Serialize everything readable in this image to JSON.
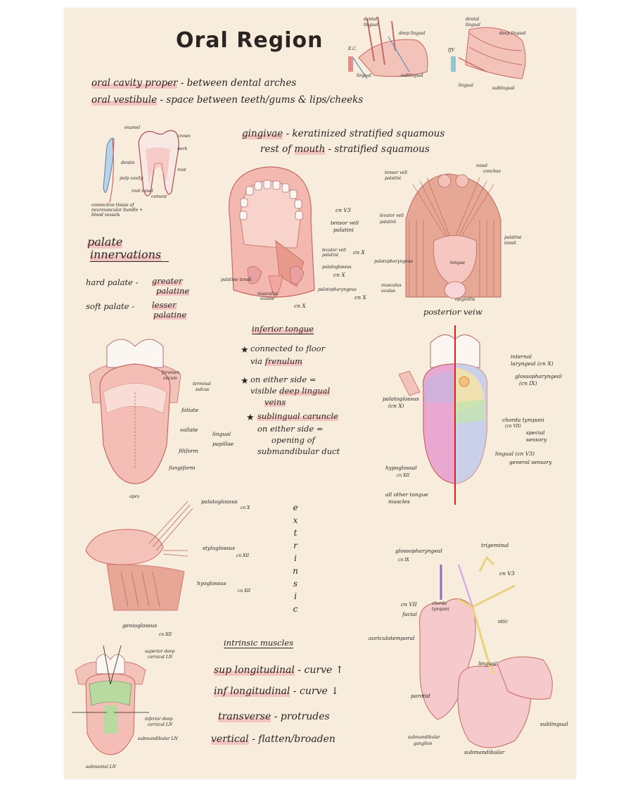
{
  "title": "Oral Region",
  "definitions": [
    {
      "term": "oral cavity proper",
      "desc": "- between dental arches"
    },
    {
      "term": "oral vestibule",
      "desc": "- space between teeth/gums & lips/cheeks"
    }
  ],
  "gingivae": {
    "line1_term": "gingivae",
    "line1_desc": "- keratinized stratified squamous",
    "line2_prefix": "rest of",
    "line2_term": "mouth",
    "line2_desc": "- stratified squamous"
  },
  "top_right_left": {
    "dental": "dental",
    "lingual": "lingual",
    "deep_lingual": "deep lingual",
    "ec": "E.C.",
    "lingual2": "lingual",
    "sublingual": "sublingual"
  },
  "top_right_right": {
    "dental": "dental",
    "lingual": "lingual",
    "deep_lingual": "deep lingual",
    "ijv": "IJV",
    "lingual2": "lingual",
    "sublingual": "sublingual"
  },
  "tooth": {
    "enamel": "enamel",
    "crown": "crown",
    "neck": "neck",
    "root": "root",
    "dentin": "dentin",
    "pulp_cavity": "pulp cavity",
    "root_canal": "root canal",
    "cement": "cement",
    "connective": "connective tissue of neurovascular bundle + blood vessels"
  },
  "palate": {
    "heading_line1": "palate",
    "heading_line2": "innervations",
    "hard_label": "hard palate -",
    "hard_value_1": "greater",
    "hard_value_2": "palatine",
    "soft_label": "soft palate -",
    "soft_value_1": "lesser",
    "soft_value_2": "palatine"
  },
  "mouth_diagram": {
    "cn_v3": "cn V3",
    "tensor": "tensor veli",
    "tensor2": "palatini",
    "levator": "levator veli",
    "levator2": "palatini",
    "cn_x_1": "cn X",
    "palatoglossus": "palatoglossus",
    "cn_x_2": "cn X",
    "palatine_tonsil": "palatine tonsil",
    "musculus": "musculus",
    "uvulae": "uvulae",
    "cn_x_3": "cn X",
    "palatopharyngeus": "palatopharyngeus",
    "cn_x_4": "cn X"
  },
  "posterior": {
    "tensor": "tensor veli palatini",
    "nasal": "nasal",
    "conchae": "conchae",
    "levator": "levator veli palatini",
    "palatine_tonsil": "palatine tonsil",
    "palatopharyngeus": "palatopharyngeus",
    "tongue": "tongue",
    "musculus": "musculus uvulae",
    "epiglottis": "epiglottis",
    "caption": "posterior veiw"
  },
  "inferior_tongue": {
    "heading": "inferior tongue",
    "b1_l1": "connected to floor",
    "b1_l2": "via",
    "b1_l2b": "frenulum",
    "b2_l1": "on either side =",
    "b2_l2a": "visible",
    "b2_l2b": "deep lingual",
    "b2_l3": "veins",
    "b3_l1": "sublingual caruncle",
    "b3_l2": "on either side =",
    "b3_l3": "opening of",
    "b3_l4": "submandibular duct"
  },
  "tongue_left": {
    "foramen": "foramen",
    "cecum": "cecum",
    "terminal": "terminal",
    "sulcus": "sulcus",
    "foliate": "foliate",
    "vallate": "vallate",
    "filiform": "filiform",
    "fungiform": "fungiform",
    "lingual": "lingual",
    "papillae": "papillae",
    "apex": "apex"
  },
  "tongue_right": {
    "internal": "internal",
    "laryngeal": "laryngeal (cn X)",
    "glosso": "glossopharyngeal",
    "glosso_cn": "(cn IX)",
    "palatoglossus": "palatoglossus",
    "palatoglossus_cn": "(cn X)",
    "chorda": "chorda tympani",
    "chorda_cn": "(cn VII)",
    "special": "special",
    "sensory": "sensory",
    "lingual": "lingual (cn V3)",
    "general": "general sensory",
    "hypoglossal": "hypoglossal",
    "hypoglossal_cn": "cn XII",
    "all_other": "all other tongue",
    "muscles": "muscles"
  },
  "extrinsic": {
    "palatoglossus": "palatoglossus",
    "palatoglossus_cn": "cn X",
    "styloglossus": "styloglossus",
    "styloglossus_cn": "cn XII",
    "hyoglossus": "hyoglossus",
    "hyoglossus_cn": "cn XII",
    "genioglossus": "genioglossus",
    "genioglossus_cn": "cn XII",
    "vertical_word": [
      "e",
      "x",
      "t",
      "r",
      "i",
      "n",
      "s",
      "i",
      "c"
    ]
  },
  "lymph": {
    "superior_deep": "superior deep",
    "cervical": "cervical LN",
    "inferior_deep": "inferior deep",
    "cervical2": "cervical LN",
    "submandibular": "submandibular LN",
    "submental": "submental LN"
  },
  "intrinsic": {
    "heading": "intrinsic muscles",
    "r1_term": "sup longitudinal",
    "r1_desc": "- curve ↑",
    "r2_term": "inf longitudinal",
    "r2_desc": "- curve ↓",
    "r3_term": "transverse",
    "r3_desc": "- protrudes",
    "r4_term": "vertical",
    "r4_desc": "- flatten/broaden"
  },
  "glands": {
    "glosso": "glossopharyngeal",
    "glosso_cn": "cn IX",
    "trigeminal": "trigeminal",
    "trig_cn": "cn V3",
    "cn_vii": "cn VII",
    "facial": "facial",
    "chorda": "chorda",
    "tympani": "tympani",
    "otic": "otic",
    "auriculo": "auriculotemporal",
    "lingual": "lingual",
    "parotid": "parotid",
    "sublingual": "sublingual",
    "submand_ganglion_1": "submandibular",
    "submand_ganglion_2": "ganglion",
    "submandibular": "submandibular"
  },
  "colors": {
    "paper": "#f8ecdc",
    "pink": "#f3b9b0",
    "muscle": "#e79a8c",
    "line": "#c46a62",
    "ink": "#2a2422",
    "highlight": "#ec96a0",
    "red_line": "#e02020"
  }
}
